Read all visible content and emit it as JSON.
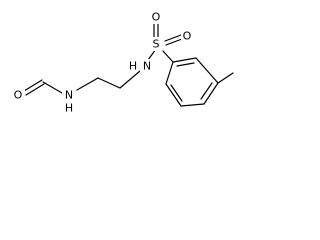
{
  "molecule": {
    "atoms": {
      "formyl_oxygen": "O",
      "amide_nitrogen": "N",
      "amide_hydrogen": "H",
      "sulfonamide_nitrogen": "N",
      "sulfonamide_hydrogen": "H",
      "sulfur": "S",
      "sulfonyl_oxygen_left": "O",
      "sulfonyl_oxygen_right": "O"
    }
  }
}
